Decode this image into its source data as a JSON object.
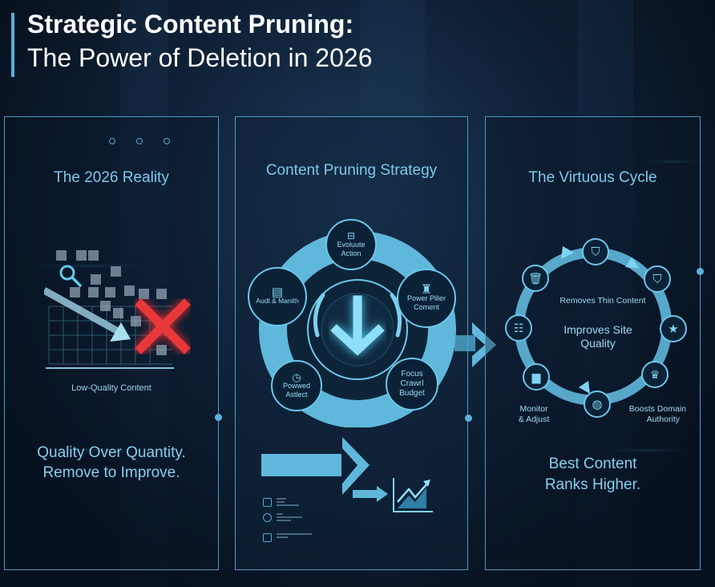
{
  "header": {
    "title_line1": "Strategic Content Pruning:",
    "title_line2": "The Power of Deletion in 2026"
  },
  "colors": {
    "accent": "#4fb4dc",
    "text_cyan": "#7cc9ea",
    "background": "#07111e",
    "alert_red": "#e8383a"
  },
  "panels": [
    {
      "title": "The 2026 Reality",
      "chart_caption": "Low-Quality Content",
      "tagline_line1": "Quality Over Quantity.",
      "tagline_line2": "Remove to Improve.",
      "icons": [
        "magnifier-icon",
        "declining-arrow-icon",
        "red-x-icon"
      ]
    },
    {
      "title": "Content Pruning Strategy",
      "center_icon": "down-arrow-icon",
      "nodes": [
        {
          "label_line1": "Evoluute",
          "label_line2": "Action",
          "icon": "flowchart-icon"
        },
        {
          "label_line1": "Power Pliler",
          "label_line2": "Coment",
          "icon": "trophy-pillar-icon"
        },
        {
          "label_line1": "Focus",
          "label_line2": "Crawrl",
          "label_line3": "Budget"
        },
        {
          "label_line1": "Powwed",
          "label_line2": "Astlect",
          "icon": "clock-icon"
        },
        {
          "label_line1": "Audt & Manith",
          "icon": "dashboard-icon"
        }
      ],
      "bottom_icons": [
        "right-arrow-icon",
        "growth-chart-icon"
      ]
    },
    {
      "title": "The Virtuous Cycle",
      "center_line1": "Improves Site",
      "center_line2": "Quality",
      "labels": {
        "top": "Removes Thin Content",
        "bottom_left_line1": "Monitor",
        "bottom_left_line2": "& Adjust",
        "bottom_right_line1": "Boosts Domain",
        "bottom_right_line2": "Authority"
      },
      "cycle_icons": [
        "shield-icon",
        "shield-icon",
        "star-icon",
        "crown-icon",
        "globe-icon",
        "bar-chart-icon",
        "checklist-icon",
        "trash-icon"
      ],
      "tagline_line1": "Best Content",
      "tagline_line2": "Ranks Higher."
    }
  ]
}
